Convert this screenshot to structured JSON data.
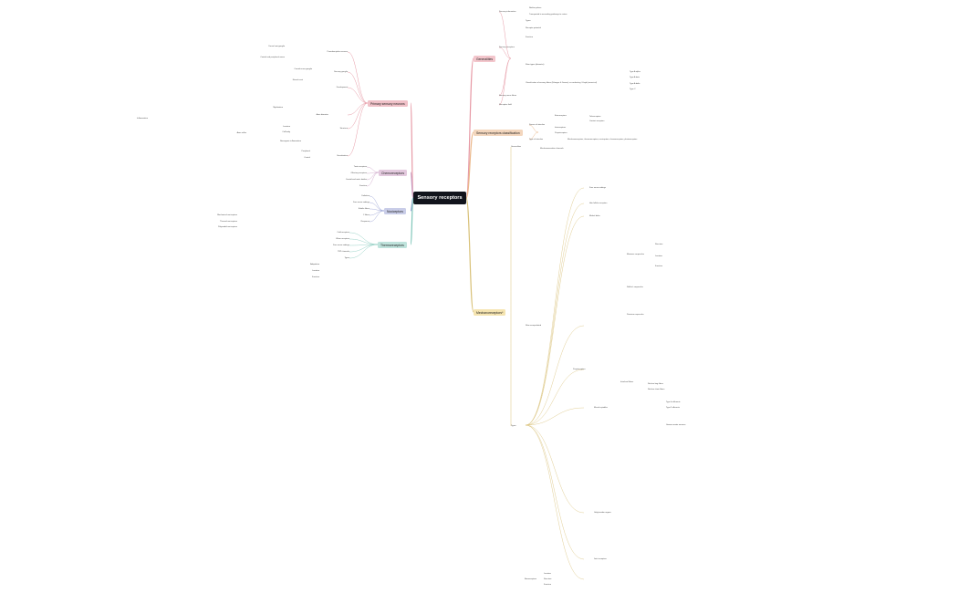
{
  "central": {
    "label": "Sensory receptors"
  },
  "colors": {
    "generalities": "#f3c6cc",
    "classification": "#f3d6bd",
    "mechanoreceptors": "#f5e4b0",
    "primary_sensory_neurons": "#f0c1c8",
    "chemoreceptors": "#e3c9de",
    "nociceptors": "#c9cde8",
    "thermoreceptors": "#bfe3dc",
    "line_pink": "#e79aa6",
    "line_orange": "#ebb98c",
    "line_yellow": "#d9c27a",
    "line_purple": "#c69ac1",
    "line_blue": "#8d97cf",
    "line_teal": "#7fc6b9"
  },
  "branches": {
    "generalities": "Generalities",
    "classification": "Sensory receptors classification",
    "mechanoreceptors": "Mechanoreceptors*",
    "primary_sensory_neurons": "Primary sensory neurons",
    "chemoreceptors": "Chemoreceptors",
    "nociceptors": "Nociceptors",
    "thermoreceptors": "Thermoreceptors"
  },
  "nodes": {
    "gen_1": "Sensory information",
    "gen_2": "Sensory receptors",
    "gen_3": "Sensory nerve fibres",
    "gen_4": "Receptive field",
    "gen_5": "Neither pulses",
    "gen_6": "Transported to ascending pathways to cortex",
    "gen_7": "Types",
    "gen_8": "Function",
    "gen_9": "Fiber types (diameter)",
    "gen_10": "Classification of sensory fibers (Erlanger & Gasser) vs conducting / Lloyd (numerical)",
    "gen_11": "Receptor potential",
    "gen_12": "Type A alpha",
    "gen_13": "Type A beta",
    "gen_14": "Type A delta",
    "gen_15": "Type C",
    "cls_1": "Source of stimulus",
    "cls_2": "Exteroceptors",
    "cls_3": "Interoceptors",
    "cls_4": "Proprioceptors",
    "cls_5": "Type of stimulus",
    "cls_6": "Telereceptors",
    "cls_7": "Contact receptors",
    "cls_8": "Mechanoreceptors, thermoreceptors, nociceptors, chemoreceptors, photoreceptors",
    "mec_1": "Generalities",
    "mec_2": "Mechanosensitive channels",
    "mec_3": "Types",
    "mec_4": "Skin encapsulated",
    "mec_5": "Free nerve endings",
    "mec_6": "Merkel disks",
    "mec_7": "Hair follicle receptors",
    "mec_8": "Meissner corpuscles",
    "mec_9": "Ruffini's corpuscles",
    "mec_10": "Pacinian corpuscles",
    "mec_11": "Structure",
    "mec_12": "Location",
    "mec_13": "Function",
    "mec_14": "Proprioceptors",
    "mec_15": "Muscle spindles",
    "mec_16": "Golgi tendon organs",
    "mec_17": "Joint receptors",
    "mec_18": "Baroreceptors",
    "mec_19": "Intrafusal fibers",
    "mec_20": "Nuclear bag fibers",
    "mec_21": "Nuclear chain fibers",
    "mec_22": "Type Ia afferents",
    "mec_23": "Type II afferents",
    "mec_24": "Gamma motor neurons",
    "mec_25": "Location",
    "mec_26": "Structure",
    "mec_27": "Function",
    "psn_1": "Pseudounipolar neurons",
    "psn_2": "Dorsal root ganglia",
    "psn_3": "Sensory ganglia",
    "psn_4": "Cranial nerve ganglia",
    "psn_5": "Central and peripheral axons",
    "psn_6": "Development",
    "psn_7": "Neural crest",
    "psn_8": "Axon diameter",
    "psn_9": "Myelination",
    "psn_10": "Structure",
    "psn_11": "Location",
    "psn_12": "Cell body",
    "psn_13": "Inflammation",
    "psn_14": "Neurogenic inflammation",
    "psn_15": "Sensitization",
    "psn_16": "Peripheral",
    "psn_17": "Central",
    "psn_18": "Axon reflex",
    "che_1": "Taste receptors",
    "che_2": "Olfactory receptors",
    "che_3": "Carotid and aortic bodies",
    "che_4": "Function",
    "noc_1": "Definition",
    "noc_2": "Free nerve endings",
    "noc_3": "A delta fibers",
    "noc_4": "C fibers",
    "noc_5": "Response",
    "noc_6": "Mechanical nociceptors",
    "noc_7": "Thermal nociceptors",
    "noc_8": "Polymodal nociceptors",
    "thr_1": "Cold receptors",
    "thr_2": "Warm receptors",
    "thr_3": "Free nerve endings",
    "thr_4": "TRP channels",
    "thr_5": "Types",
    "thr_6": "Adaptation",
    "thr_7": "Location",
    "thr_8": "Function"
  }
}
